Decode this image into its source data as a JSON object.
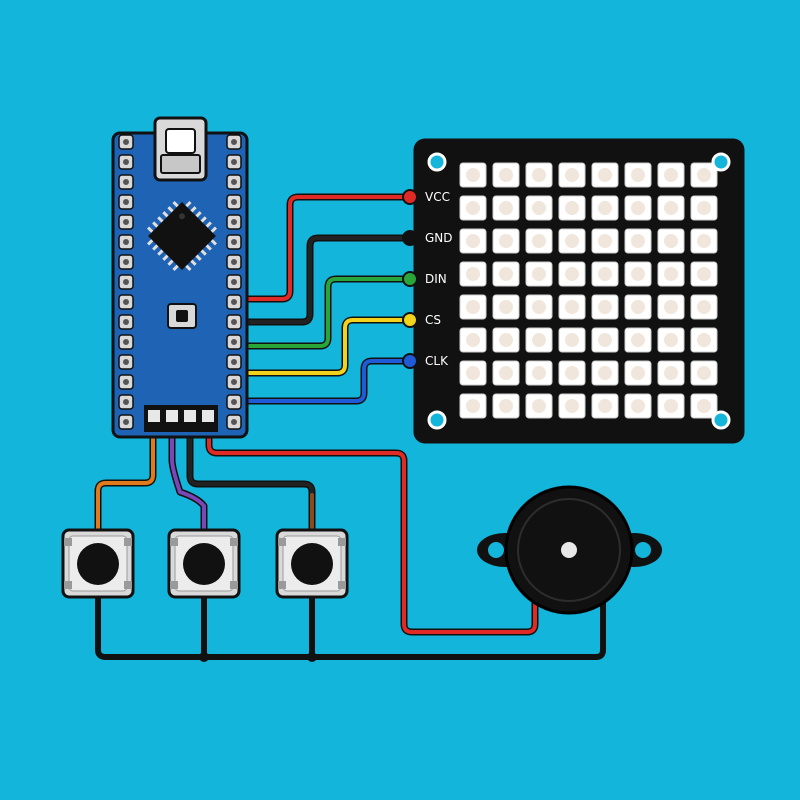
{
  "colors": {
    "background": "#13b5db",
    "board": "#1f63b4",
    "matrix_board": "#111111",
    "led": "#f1e6dc",
    "wire_vcc": "#e02a26",
    "wire_gnd": "#111111",
    "wire_din": "#2aa53a",
    "wire_cs": "#f2d21a",
    "wire_clk": "#1f5bd6",
    "wire_orange": "#e07a1c",
    "wire_purple": "#7b46b8",
    "wire_brown": "#8a4a1d"
  },
  "matrix": {
    "rows": 8,
    "cols": 8,
    "pins": [
      {
        "label": "VCC",
        "color": "#e02a26"
      },
      {
        "label": "GND",
        "color": "#111111"
      },
      {
        "label": "DIN",
        "color": "#2aa53a"
      },
      {
        "label": "CS",
        "color": "#f2d21a"
      },
      {
        "label": "CLK",
        "color": "#1f5bd6"
      }
    ]
  },
  "components": {
    "microcontroller": "arduino-nano-board",
    "usb": "mini-usb-port-icon",
    "chip": "microcontroller-chip-icon",
    "reset": "reset-button-icon",
    "buttons": [
      "push-button-1",
      "push-button-2",
      "push-button-3"
    ],
    "buzzer": "piezo-buzzer-icon"
  }
}
